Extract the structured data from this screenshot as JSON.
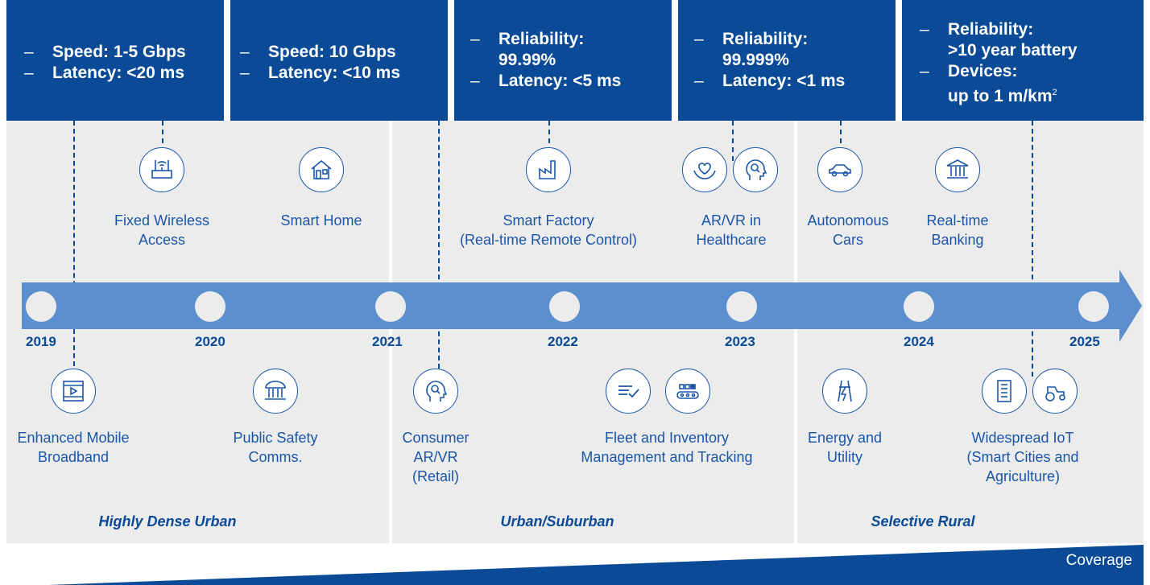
{
  "specs": [
    {
      "lines": [
        {
          "text": "Speed: 1-5 Gbps"
        },
        {
          "text": "Latency: <20 ms"
        }
      ]
    },
    {
      "lines": [
        {
          "text": "Speed: 10 Gbps"
        },
        {
          "text": "Latency: <10 ms"
        }
      ]
    },
    {
      "lines": [
        {
          "text": "Reliability:\n99.99%"
        },
        {
          "text": "Latency: <5 ms"
        }
      ]
    },
    {
      "lines": [
        {
          "text": "Reliability:\n99.999%"
        },
        {
          "text": "Latency: <1 ms"
        }
      ]
    },
    {
      "lines": [
        {
          "text": "Reliability:\n>10 year battery"
        },
        {
          "text": "Devices:\nup to 1 m/km"
        }
      ],
      "superscript": "2"
    }
  ],
  "years": [
    "2019",
    "2020",
    "2021",
    "2022",
    "2023",
    "2024",
    "2025"
  ],
  "use_cases_top": [
    {
      "label": "Fixed Wireless\nAccess",
      "icon": "router-icon"
    },
    {
      "label": "Smart Home",
      "icon": "house-icon"
    },
    {
      "label": "Smart Factory\n(Real-time Remote Control)",
      "icon": "factory-icon"
    },
    {
      "label": "AR/VR in\nHealthcare",
      "icon": "heart-hands-icon,head-search-icon"
    },
    {
      "label": "Autonomous\nCars",
      "icon": "car-icon"
    },
    {
      "label": "Real-time\nBanking",
      "icon": "bank-icon"
    }
  ],
  "use_cases_bottom": [
    {
      "label": "Enhanced Mobile\nBroadband",
      "icon": "film-icon"
    },
    {
      "label": "Public Safety\nComms.",
      "icon": "government-building-icon"
    },
    {
      "label": "Consumer\nAR/VR\n(Retail)",
      "icon": "head-search-icon"
    },
    {
      "label": "Fleet and Inventory\nManagement and Tracking",
      "icon": "checklist-icon,conveyor-icon"
    },
    {
      "label": "Energy and\nUtility",
      "icon": "power-tower-icon"
    },
    {
      "label": "Widespread IoT\n(Smart Cities and\nAgriculture)",
      "icon": "office-building-icon,tractor-icon"
    }
  ],
  "regions": [
    "Highly Dense Urban",
    "Urban/Suburban",
    "Selective Rural"
  ],
  "coverage_label": "Coverage",
  "colors": {
    "dark_blue": "#0a4a96",
    "arrow_blue": "#5b8fd0",
    "panel_gray": "#ececec",
    "icon_blue": "#1a56a8"
  }
}
